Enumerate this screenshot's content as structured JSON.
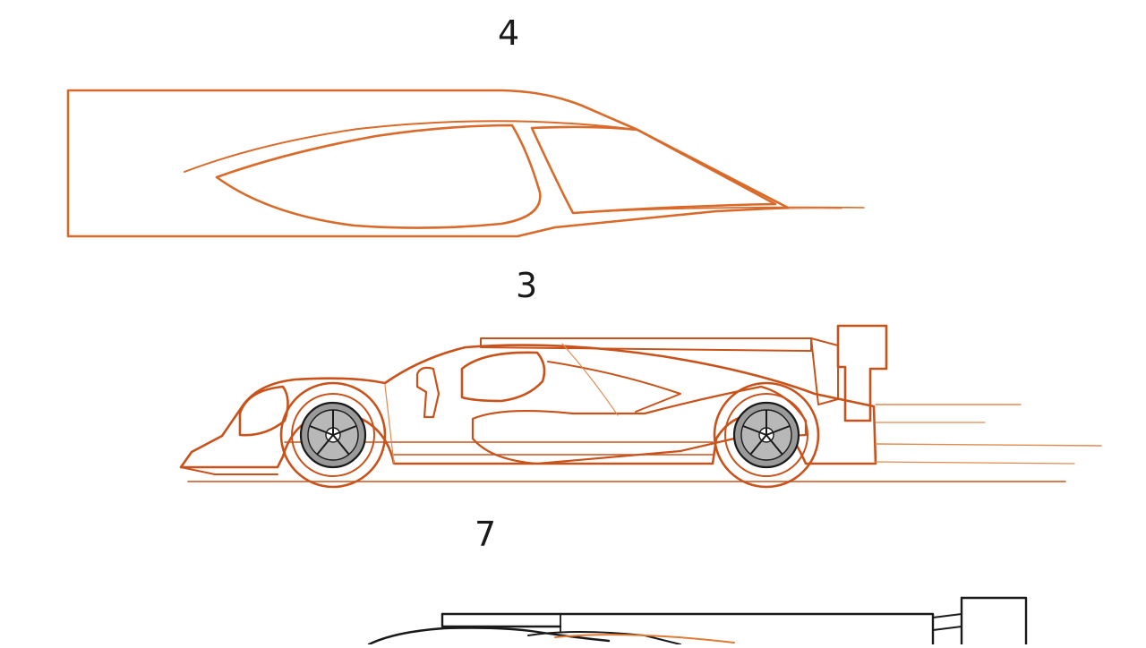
{
  "steps": [
    {
      "number": "4"
    },
    {
      "number": "3"
    },
    {
      "number": "7"
    }
  ],
  "colors": {
    "stroke_orange": "#e07a35",
    "stroke_dark_orange": "#c2541b",
    "stroke_black": "#1a1a1a",
    "wheel_gray": "#9a9a9a",
    "background": "#ffffff"
  }
}
